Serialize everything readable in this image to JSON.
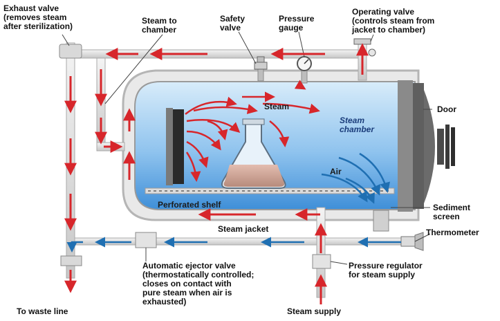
{
  "labels": {
    "exhaust_valve": "Exhaust valve\n(removes steam\nafter sterilization)",
    "steam_to_chamber": "Steam to\nchamber",
    "safety_valve": "Safety\nvalve",
    "pressure_gauge": "Pressure\ngauge",
    "operating_valve": "Operating valve\n(controls steam from\njacket to chamber)",
    "steam": "Steam",
    "steam_chamber": "Steam\nchamber",
    "door": "Door",
    "air": "Air",
    "perforated_shelf": "Perforated shelf",
    "sediment_screen": "Sediment\nscreen",
    "steam_jacket": "Steam jacket",
    "thermometer": "Thermometer",
    "automatic_ejector_valve": "Automatic ejector valve\n(thermostatically controlled;\ncloses on contact with\npure steam when air is\nexhausted)",
    "pressure_regulator": "Pressure regulator\nfor steam supply",
    "steam_supply": "Steam supply",
    "to_waste_line": "To waste line"
  },
  "colors": {
    "steam_arrow": "#d7262b",
    "air_arrow": "#1f6fb2",
    "pipe": "#c9c9c9",
    "chamber_top": "#cfe6f8",
    "chamber_bottom": "#4f9be0",
    "door": "#6e6e6e",
    "flask_liquid": "#c49a8a"
  }
}
